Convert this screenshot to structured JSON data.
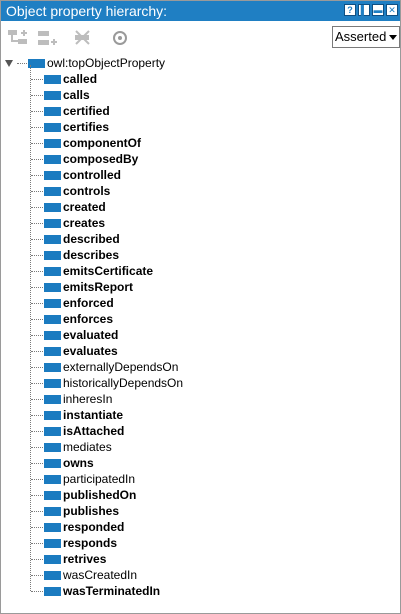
{
  "panel": {
    "title": "Object property hierarchy:",
    "view_mode": "Asserted",
    "colors": {
      "titlebar": "#1f7fc3",
      "property_icon": "#1b7bc0"
    }
  },
  "toolbar": {
    "icons": [
      "add-subproperty-icon",
      "add-sibling-property-icon",
      "delete-property-icon",
      "watch-icon"
    ]
  },
  "window_buttons": [
    "help-icon",
    "split-icon",
    "minimize-icon",
    "close-icon"
  ],
  "tree": {
    "root": "owl:topObjectProperty",
    "items": [
      {
        "label": "called",
        "bold": true
      },
      {
        "label": "calls",
        "bold": true
      },
      {
        "label": "certified",
        "bold": true
      },
      {
        "label": "certifies",
        "bold": true
      },
      {
        "label": "componentOf",
        "bold": true
      },
      {
        "label": "composedBy",
        "bold": true
      },
      {
        "label": "controlled",
        "bold": true
      },
      {
        "label": "controls",
        "bold": true
      },
      {
        "label": "created",
        "bold": true
      },
      {
        "label": "creates",
        "bold": true
      },
      {
        "label": "described",
        "bold": true
      },
      {
        "label": "describes",
        "bold": true
      },
      {
        "label": "emitsCertificate",
        "bold": true
      },
      {
        "label": "emitsReport",
        "bold": true
      },
      {
        "label": "enforced",
        "bold": true
      },
      {
        "label": "enforces",
        "bold": true
      },
      {
        "label": "evaluated",
        "bold": true
      },
      {
        "label": "evaluates",
        "bold": true
      },
      {
        "label": "externallyDependsOn",
        "bold": false
      },
      {
        "label": "historicallyDependsOn",
        "bold": false
      },
      {
        "label": "inheresIn",
        "bold": false
      },
      {
        "label": "instantiate",
        "bold": true
      },
      {
        "label": "isAttached",
        "bold": true
      },
      {
        "label": "mediates",
        "bold": false
      },
      {
        "label": "owns",
        "bold": true
      },
      {
        "label": "participatedIn",
        "bold": false
      },
      {
        "label": "publishedOn",
        "bold": true
      },
      {
        "label": "publishes",
        "bold": true
      },
      {
        "label": "responded",
        "bold": true
      },
      {
        "label": "responds",
        "bold": true
      },
      {
        "label": "retrives",
        "bold": true
      },
      {
        "label": "wasCreatedIn",
        "bold": false
      },
      {
        "label": "wasTerminatedIn",
        "bold": true
      }
    ]
  }
}
